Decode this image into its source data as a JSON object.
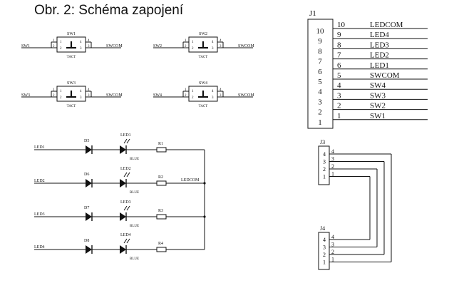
{
  "caption": "Obr. 2: Schéma zapojení",
  "switches": [
    {
      "ref": "SW1",
      "net": "SW1",
      "common": "SWCOM",
      "type": "TACT",
      "pins": [
        "1",
        "2",
        "4",
        "3"
      ]
    },
    {
      "ref": "SW2",
      "net": "SW2",
      "common": "SWCOM",
      "type": "TACT",
      "pins": [
        "1",
        "2",
        "4",
        "3"
      ]
    },
    {
      "ref": "SW3",
      "net": "SW3",
      "common": "SWCOM",
      "type": "TACT",
      "pins": [
        "1",
        "2",
        "4",
        "3"
      ]
    },
    {
      "ref": "SW4",
      "net": "SW4",
      "common": "SWCOM",
      "type": "TACT",
      "pins": [
        "1",
        "2",
        "4",
        "3"
      ]
    }
  ],
  "led_rows": [
    {
      "net": "LED1",
      "diode": "D5",
      "led": "LED1",
      "color": "BLUE",
      "resistor": "R1"
    },
    {
      "net": "LED2",
      "diode": "D6",
      "led": "LED2",
      "color": "BLUE",
      "resistor": "R2"
    },
    {
      "net": "LED3",
      "diode": "D7",
      "led": "LED3",
      "color": "BLUE",
      "resistor": "R3"
    },
    {
      "net": "LED4",
      "diode": "D8",
      "led": "LED4",
      "color": "BLUE",
      "resistor": "R4"
    }
  ],
  "led_common": "LEDCOM",
  "j1": {
    "ref": "J1",
    "body_pins": [
      "10",
      "9",
      "8",
      "7",
      "6",
      "5",
      "4",
      "3",
      "2",
      "1"
    ],
    "rows": [
      {
        "pin": "10",
        "net": "LEDCOM"
      },
      {
        "pin": "9",
        "net": "LED4"
      },
      {
        "pin": "8",
        "net": "LED3"
      },
      {
        "pin": "7",
        "net": "LED2"
      },
      {
        "pin": "6",
        "net": "LED1"
      },
      {
        "pin": "5",
        "net": "SWCOM"
      },
      {
        "pin": "4",
        "net": "SW4"
      },
      {
        "pin": "3",
        "net": "SW3"
      },
      {
        "pin": "2",
        "net": "SW2"
      },
      {
        "pin": "1",
        "net": "SW1"
      }
    ]
  },
  "j3": {
    "ref": "J3",
    "pins": [
      "4",
      "3",
      "2",
      "1"
    ]
  },
  "j4": {
    "ref": "J4",
    "pins": [
      "4",
      "3",
      "2",
      "1"
    ]
  }
}
